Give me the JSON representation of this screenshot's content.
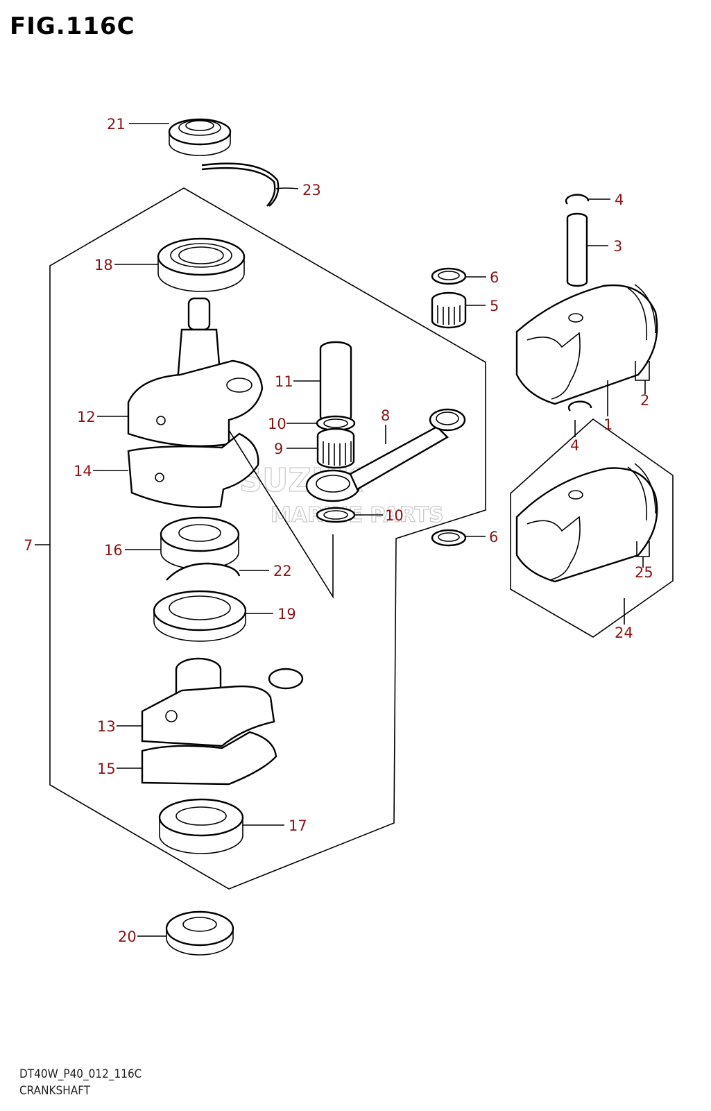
{
  "figure": {
    "title": "FIG.116C",
    "code": "DT40W_P40_012_116C",
    "name": "CRANKSHAFT"
  },
  "watermark": {
    "line1": "SUZUK",
    "line2": "MARINE PARTS"
  },
  "callouts": [
    {
      "id": "c21",
      "label": "21"
    },
    {
      "id": "c23",
      "label": "23"
    },
    {
      "id": "c18",
      "label": "18"
    },
    {
      "id": "c11",
      "label": "11"
    },
    {
      "id": "c12",
      "label": "12"
    },
    {
      "id": "c10a",
      "label": "10"
    },
    {
      "id": "c9",
      "label": "9"
    },
    {
      "id": "c8",
      "label": "8"
    },
    {
      "id": "c14",
      "label": "14"
    },
    {
      "id": "c10b",
      "label": "10"
    },
    {
      "id": "c7",
      "label": "7"
    },
    {
      "id": "c16",
      "label": "16"
    },
    {
      "id": "c22",
      "label": "22"
    },
    {
      "id": "c19",
      "label": "19"
    },
    {
      "id": "c13",
      "label": "13"
    },
    {
      "id": "c15",
      "label": "15"
    },
    {
      "id": "c17",
      "label": "17"
    },
    {
      "id": "c20",
      "label": "20"
    },
    {
      "id": "c4a",
      "label": "4"
    },
    {
      "id": "c3",
      "label": "3"
    },
    {
      "id": "c6a",
      "label": "6"
    },
    {
      "id": "c5",
      "label": "5"
    },
    {
      "id": "c2",
      "label": "2"
    },
    {
      "id": "c1",
      "label": "1"
    },
    {
      "id": "c4b",
      "label": "4"
    },
    {
      "id": "c6b",
      "label": "6"
    },
    {
      "id": "c25",
      "label": "25"
    },
    {
      "id": "c24",
      "label": "24"
    }
  ]
}
